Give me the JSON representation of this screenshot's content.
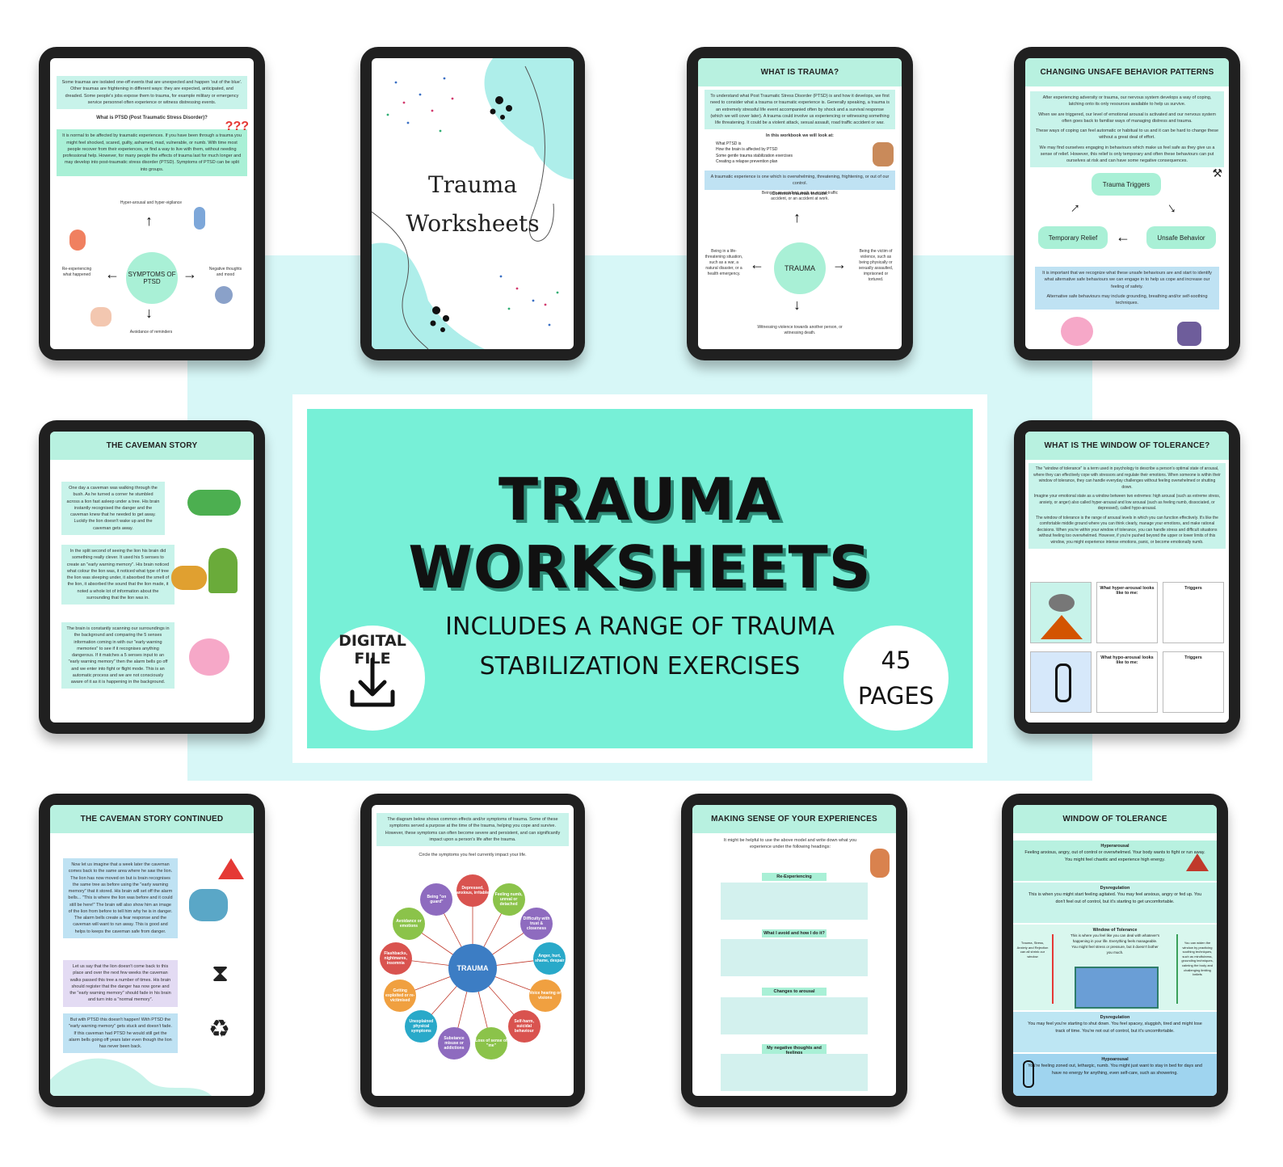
{
  "banner": {
    "title": "TRAUMA WORKSHEETS",
    "subtitle_line1": "INCLUDES A RANGE OF TRAUMA",
    "subtitle_line2": "STABILIZATION EXERCISES",
    "digital_label": "DIGITAL FILE",
    "pages_count": "45",
    "pages_label": "PAGES"
  },
  "colors": {
    "mint": "#77f0d7",
    "light_mint": "#b8f1e0",
    "band": "#d7f7f7",
    "tablet": "#202020"
  },
  "t1": {
    "intro": "Some traumas are isolated one-off events that are unexpected and happen 'out of the blue'. Other traumas are frightening in different ways: they are expected, anticipated, and dreaded. Some people's jobs expose them to trauma, for example military or emergency service personnel often experience or witness distressing events.",
    "question": "What is PTSD (Post Traumatic Stress Disorder)?",
    "body": "It is normal to be affected by traumatic experiences. If you have been through a trauma you might feel shocked, scared, guilty, ashamed, mad, vulnerable, or numb. With time most people recover from their experiences, or find a way to live with them, without needing professional help. However, for many people the effects of trauma last for much longer and may develop into post-traumatic stress disorder (PTSD). Symptoms of PTSD can be split into groups.",
    "center": "SYMPTOMS OF PTSD",
    "top": "Hyper-arousal and hyper-vigilance",
    "left": "Re-experiencing what happened",
    "right": "Negative thoughts and mood",
    "bottom": "Avoidance of reminders"
  },
  "t2": {
    "line1": "Trauma",
    "line2": "Worksheets"
  },
  "t3": {
    "header": "WHAT IS TRAUMA?",
    "intro": "To understand what Post Traumatic Stress Disorder (PTSD) is and how it develops, we first need to consider what a trauma or traumatic experience is. Generally speaking, a trauma is an extremely stressful life event accompanied often by shock and a survival response (which we will cover later). A trauma could involve us experiencing or witnessing something life threatening. It could be a violent attack, sexual assault, road traffic accident or war.",
    "list_title": "In this workbook we will look at:",
    "list": [
      "What PTSD is",
      "How the brain is affected by PTSD",
      "Some gentle trauma stabilization exercises",
      "Creating a relapse prevention plan"
    ],
    "note": "A traumatic experience is one which is overwhelming, threatening, frightening, or out of our control.",
    "common": "Common traumas include:",
    "center": "TRAUMA",
    "top": "Being in an accident, such as a road traffic accident, or an accident at work.",
    "left": "Being in a life-threatening situation, such as a war, a natural disaster, or a health emergency.",
    "right": "Being the victim of violence, such as being physically or sexually assaulted, imprisoned or tortured.",
    "bottom": "Witnessing violence towards another person, or witnessing death."
  },
  "t4": {
    "header": "CHANGING UNSAFE BEHAVIOR PATTERNS",
    "p1": "After experiencing adversity or trauma, our nervous system develops a way of coping, latching onto its only resources available to help us survive.",
    "p2": "When we are triggered, our level of emotional arousal is activated and our nervous system often goes back to familiar ways of managing distress and trauma.",
    "p3": "These ways of coping can feel automatic or habitual to us and it can be hard to change these without a great deal of effort.",
    "p4": "We may find ourselves engaging in behaviours which make us feel safe as they give us a sense of relief. However, this relief is only temporary and often these behaviours can put ourselves at risk and can have some negative consequences.",
    "cycle_top": "Trauma Triggers",
    "cycle_left": "Temporary Relief",
    "cycle_right": "Unsafe Behavior",
    "p5": "It is important that we recognize what these unsafe behaviours are and start to identify what alternative safe behaviours we can engage in to help us cope and increase our feeling of safety.",
    "p6": "Alternative safe behaviours may include grounding, breathing and/or self-soothing techniques."
  },
  "t5": {
    "header": "THE CAVEMAN STORY",
    "p1": "One day a caveman was walking through the bush. As he turned a corner he stumbled across a lion fast asleep under a tree. His brain instantly recognised the danger and the caveman knew that he needed to get away. Luckily the lion doesn't wake up and the caveman gets away.",
    "p2": "In the split second of seeing the lion his brain did something really clever. It used his 5 senses to create an \"early warning memory\". His brain noticed what colour the lion was, it noticed what type of tree the lion was sleeping under, it absorbed the smell of the lion, it absorbed the sound that the lion made, it noted a whole lot of information about the surrounding that the lion was in.",
    "p3": "The brain is constantly scanning our surroundings in the background and comparing the 5 senses information coming in with our \"early warning memories\" to see if it recognises anything dangerous. If it matches a 5 senses input to an \"early warning memory\" then the alarm bells go off and we enter into fight or flight mode. This is an automatic process and we are not consciously aware of it as it is happening in the background."
  },
  "t6": {
    "header": "WHAT IS THE WINDOW OF TOLERANCE?",
    "p1": "The \"window of tolerance\" is a term used in psychology to describe a person's optimal state of arousal, where they can effectively cope with stressors and regulate their emotions. When someone is within their window of tolerance, they can handle everyday challenges without feeling overwhelmed or shutting down.",
    "p2": "Imagine your emotional state as a window between two extremes: high arousal (such as extreme stress, anxiety, or anger) also called hyper-arousal and low arousal (such as feeling numb, dissociated, or depressed), called hypo-arousal.",
    "p3": "The window of tolerance is the range of arousal levels in which you can function effectively. It's like the comfortable middle ground where you can think clearly, manage your emotions, and make rational decisions. When you're within your window of tolerance, you can handle stress and difficult situations without feeling too overwhelmed. However, if you're pushed beyond the upper or lower limits of this window, you might experience intense emotions, panic, or become emotionally numb.",
    "hyper": "What hyper-arousal looks like to me:",
    "hypo": "What hypo-arousal looks like to me:",
    "triggers": "Triggers"
  },
  "t7": {
    "header": "THE CAVEMAN STORY CONTINUED",
    "p1": "Now let us imagine that a week later the caveman comes back to the same area where he saw the lion. The lion has now moved on but is brain recognises the same tree as before using the \"early warning memory\" that it stored. His brain will set off the alarm bells... \"This is where the lion was before and it could still be here!\" The brain will also show him an image of the lion from before to tell him why he is in danger. The alarm bells create a fear response and the caveman will want to run away. This is good and helps to keeps the caveman safe from danger.",
    "p2": "Let us say that the lion doesn't come back to this place and over the next few weeks the caveman walks passed this tree a number of times. His brain should register that the danger has now gone and the \"early warning memory\" should fade in his brain and turn into a \"normal memory\".",
    "p3": "But with PTSD this doesn't happen! With PTSD the \"early warning memory\" gets stuck and doesn't fade. If this caveman had PTSD he would still get the alarm bells going off years later even though the lion has never been back."
  },
  "t8": {
    "intro": "The diagram below shows common effects and/or symptoms of trauma. Some of these symptoms served a purpose at the time of the trauma, helping you cope and survive. However, these symptoms can often become severe and persistent, and can significantly impact upon a person's life after the trauma.",
    "instruction": "Circle the symptoms you feel currently impact your life.",
    "center": "TRAUMA",
    "symptoms": [
      {
        "label": "Depressed, anxious, irritable",
        "color": "#d9534f"
      },
      {
        "label": "Feeling numb, unreal or detached",
        "color": "#8bc34a"
      },
      {
        "label": "Difficulty with trust & closeness",
        "color": "#8e6bbf"
      },
      {
        "label": "Anger, hurt, shame, despair",
        "color": "#29a9c9"
      },
      {
        "label": "Voice hearing or visions",
        "color": "#f0a040"
      },
      {
        "label": "Self-harm, suicidal behaviour",
        "color": "#d9534f"
      },
      {
        "label": "Loss of sense of \"me\"",
        "color": "#8bc34a"
      },
      {
        "label": "Substance misuse or addictions",
        "color": "#8e6bbf"
      },
      {
        "label": "Unexplained physical symptoms",
        "color": "#29a9c9"
      },
      {
        "label": "Getting exploited or re-victimised",
        "color": "#f0a040"
      },
      {
        "label": "Flashbacks, nightmares, insomnia",
        "color": "#d9534f"
      },
      {
        "label": "Avoidance or emotions",
        "color": "#8bc34a"
      },
      {
        "label": "Being \"on guard\"",
        "color": "#8e6bbf"
      }
    ]
  },
  "t9": {
    "header": "MAKING SENSE OF YOUR EXPERIENCES",
    "intro": "It might be helpful to use the above model and write down what you experience under the following headings:",
    "sections": [
      "Re-Experiencing",
      "What I avoid and how I do it?",
      "Changes to arousal",
      "My negative thoughts and feelings"
    ]
  },
  "t10": {
    "header": "WINDOW OF TOLERANCE",
    "hyper_title": "Hyperarousal",
    "hyper_text": "Feeling anxious, angry, out of control or overwhelmed. Your body wants to fight or run away. You might feel chaotic and experience high energy.",
    "dys1_title": "Dysregulation",
    "dys1_text": "This is when you might start feeling agitated. You may feel anxious, angry or fed up. You don't feel out of control, but it's starting to get uncomfortable.",
    "window_title": "Window of Tolerance",
    "window_text": "This is where you feel like you can deal with whatever's happening in your life. Everything feels manageable. You might feel stress or pressure, but it doesn't bother you much.",
    "left_note": "Trauma, Stress, Anxiety and Rejection can all shrink our window",
    "right_note": "You can widen the window by practicing soothing techniques, such as mindfulness, grounding techniques, calming the body and challenging limiting beliefs",
    "dys2_title": "Dysregulation",
    "dys2_text": "You may feel you're starting to shut down. You feel spacey, sluggish, tired and might lose track of time. You're not out of control, but it's uncomfortable.",
    "hypo_title": "Hypoarousal",
    "hypo_text": "You're feeling zoned out, lethargic, numb. You might just want to stay in bed for days and have no energy for anything, even self-care, such as showering."
  }
}
